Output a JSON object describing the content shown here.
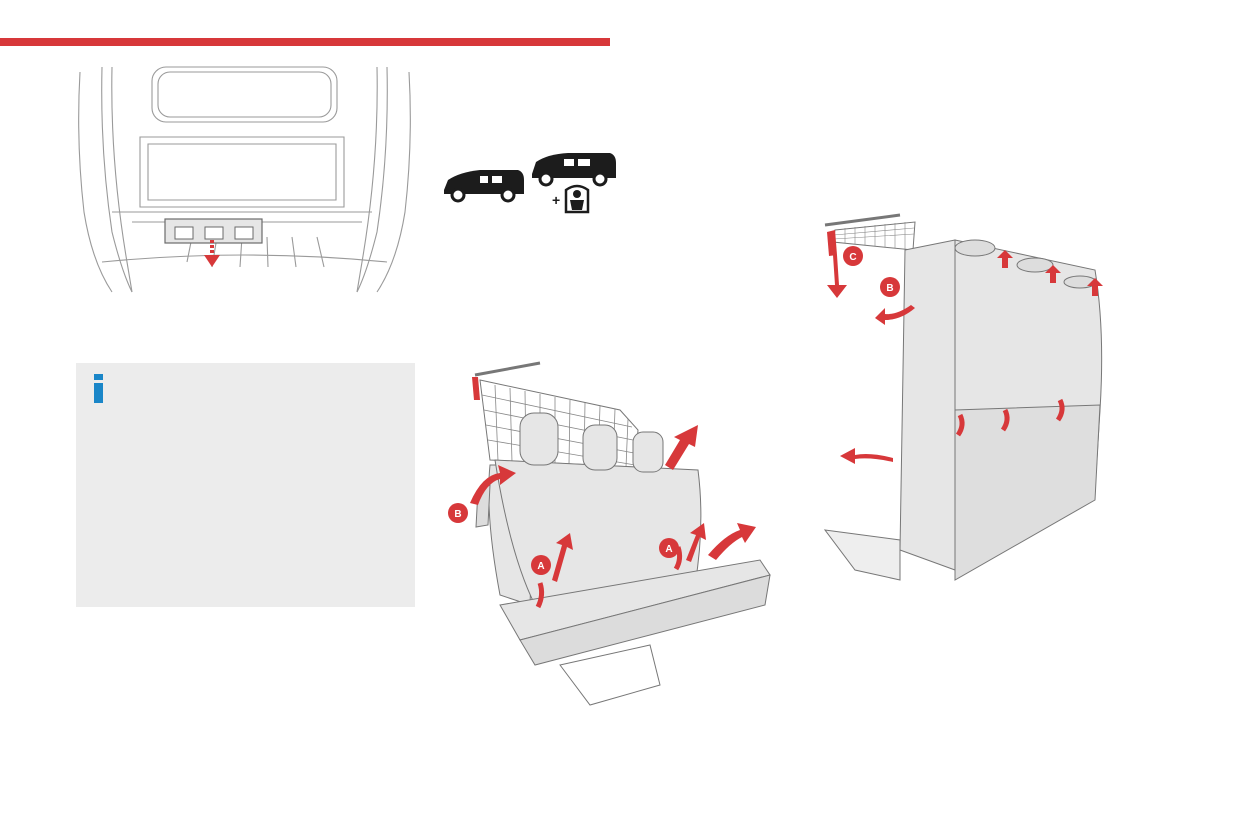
{
  "colors": {
    "accent_red": "#d7383a",
    "info_blue": "#1a86c8",
    "info_box_bg": "#ececec",
    "line_grey": "#9a9a9a",
    "seat_fill": "#e6e6e6",
    "van_black": "#1c1c1c"
  },
  "callouts": {
    "a": "A",
    "b": "B",
    "c": "C"
  },
  "van_icons": {
    "plus": "+",
    "icons": [
      "van-passenger-icon",
      "van-passenger-large-icon",
      "child-seat-icon"
    ]
  },
  "info_box": {
    "icon": "info-icon"
  }
}
